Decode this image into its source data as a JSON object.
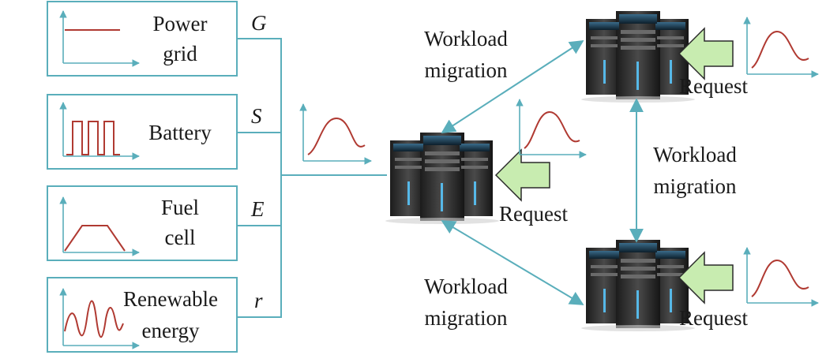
{
  "sources": [
    {
      "label_lines": [
        "Power",
        "grid"
      ],
      "variable": "G"
    },
    {
      "label_lines": [
        "Battery"
      ],
      "variable": "S"
    },
    {
      "label_lines": [
        "Fuel",
        "cell"
      ],
      "variable": "E"
    },
    {
      "label_lines": [
        "Renewable",
        "energy"
      ],
      "variable": "r"
    }
  ],
  "migration_labels": [
    {
      "lines": [
        "Workload",
        "migration"
      ]
    },
    {
      "lines": [
        "Workload",
        "migration"
      ]
    },
    {
      "lines": [
        "Workload",
        "migration"
      ]
    }
  ],
  "request_labels": [
    "Request",
    "Request",
    "Request"
  ],
  "colors": {
    "line": "#5aaebb",
    "curve": "#b03a32",
    "arrow_fill": "#c8ecb0",
    "arrow_edge": "#2a2a2a"
  }
}
